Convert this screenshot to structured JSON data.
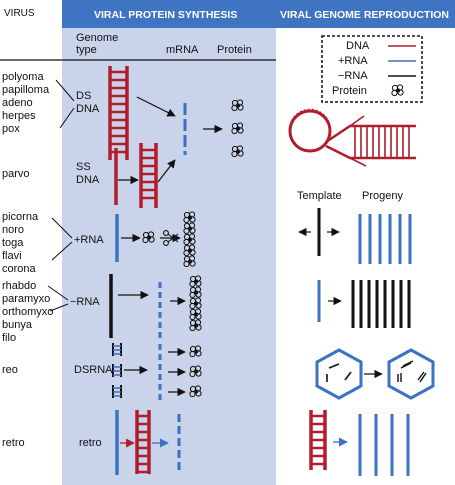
{
  "headers": {
    "virus": "VIRUS",
    "synthesis": "VIRAL PROTEIN SYNTHESIS",
    "reproduction": "VIRAL GENOME REPRODUCTION"
  },
  "columns": {
    "genome_type_line1": "Genome",
    "genome_type_line2": "type",
    "mrna": "mRNA",
    "protein": "Protein"
  },
  "virus_groups": [
    {
      "names": [
        "polyoma",
        "papilloma",
        "adeno",
        "herpes",
        "pox"
      ],
      "genome": [
        "DS",
        "DNA"
      ]
    },
    {
      "names": [
        "parvo"
      ],
      "genome": [
        "SS",
        "DNA"
      ]
    },
    {
      "names": [
        "picorna",
        "noro",
        "toga",
        "flavi",
        "corona"
      ],
      "genome": [
        "+RNA"
      ]
    },
    {
      "names": [
        "rhabdo",
        "paramyxo",
        "orthomyxo",
        "bunya",
        "filo"
      ],
      "genome": [
        "−RNA"
      ]
    },
    {
      "names": [
        "reo"
      ],
      "genome": [
        "DSRNA"
      ]
    },
    {
      "names": [
        "retro"
      ],
      "genome": [
        "retro"
      ]
    }
  ],
  "legend": {
    "items": [
      {
        "label": "DNA",
        "color": "#b01e2e"
      },
      {
        "label": "+RNA",
        "color": "#3a72c4"
      },
      {
        "label": "−RNA",
        "color": "#111111"
      },
      {
        "label": "Protein",
        "icon": "protein-cluster-icon"
      }
    ]
  },
  "reproduction_labels": {
    "template": "Template",
    "progeny": "Progeny"
  },
  "colors": {
    "panel": "#c9d3e9",
    "header_bar": "#3f74c2",
    "dna": "#b01e2e",
    "plus_rna": "#3a72c4",
    "minus_rna": "#111111"
  }
}
